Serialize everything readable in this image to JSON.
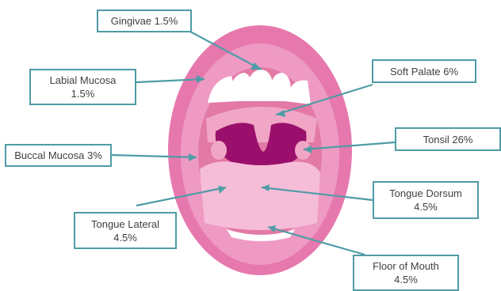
{
  "colors": {
    "lip_outer": "#e778ae",
    "lip_inner": "#ee9ac3",
    "cavity": "#e27aa5",
    "palate": "#f1a6c6",
    "uvula_throat": "#9a0f6b",
    "tongue": "#f6bdd8",
    "teeth": "#ffffff",
    "border_teal": "#4f9ca6",
    "text": "#3f3f3f"
  },
  "labels": {
    "gingivae": {
      "line1": "Gingivae 1.5%"
    },
    "labial_mucosa": {
      "line1": "Labial Mucosa",
      "line2": "1.5%"
    },
    "buccal_mucosa": {
      "line1": "Buccal Mucosa 3%"
    },
    "tongue_lateral": {
      "line1": "Tongue Lateral",
      "line2": "4.5%"
    },
    "soft_palate": {
      "line1": "Soft Palate 6%"
    },
    "tonsil": {
      "line1": "Tonsil 26%"
    },
    "tongue_dorsum": {
      "line1": "Tongue Dorsum",
      "line2": "4.5%"
    },
    "floor_of_mouth": {
      "line1": "Floor of Mouth",
      "line2": "4.5%"
    }
  }
}
